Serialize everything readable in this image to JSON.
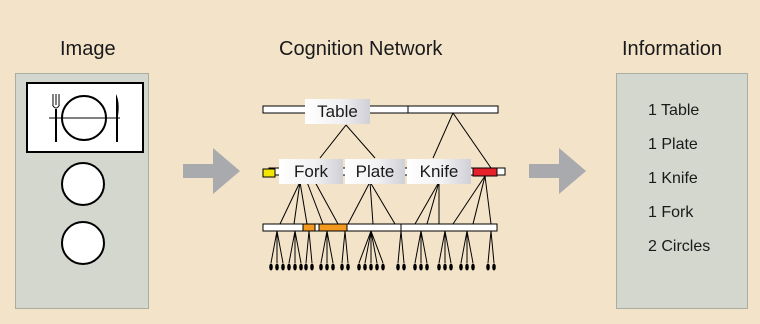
{
  "headings": {
    "image": "Image",
    "cognition": "Cognition Network",
    "information": "Information"
  },
  "network": {
    "nodes": {
      "table": "Table",
      "fork": "Fork",
      "plate": "Plate",
      "knife": "Knife"
    }
  },
  "information": {
    "items": [
      "1 Table",
      "1 Plate",
      "1 Knife",
      "1 Fork",
      "2 Circles"
    ]
  },
  "colors": {
    "background": "#f2e3c9",
    "panel": "#d4d7cd",
    "arrow": "#a9aaad",
    "highlight_yellow": "#f3e600",
    "highlight_red": "#e5202b",
    "highlight_orange": "#f39a1e"
  },
  "icons": {
    "arrows": "right-arrow-icon",
    "place_setting": "place-setting-icon",
    "circle": "circle-icon"
  }
}
